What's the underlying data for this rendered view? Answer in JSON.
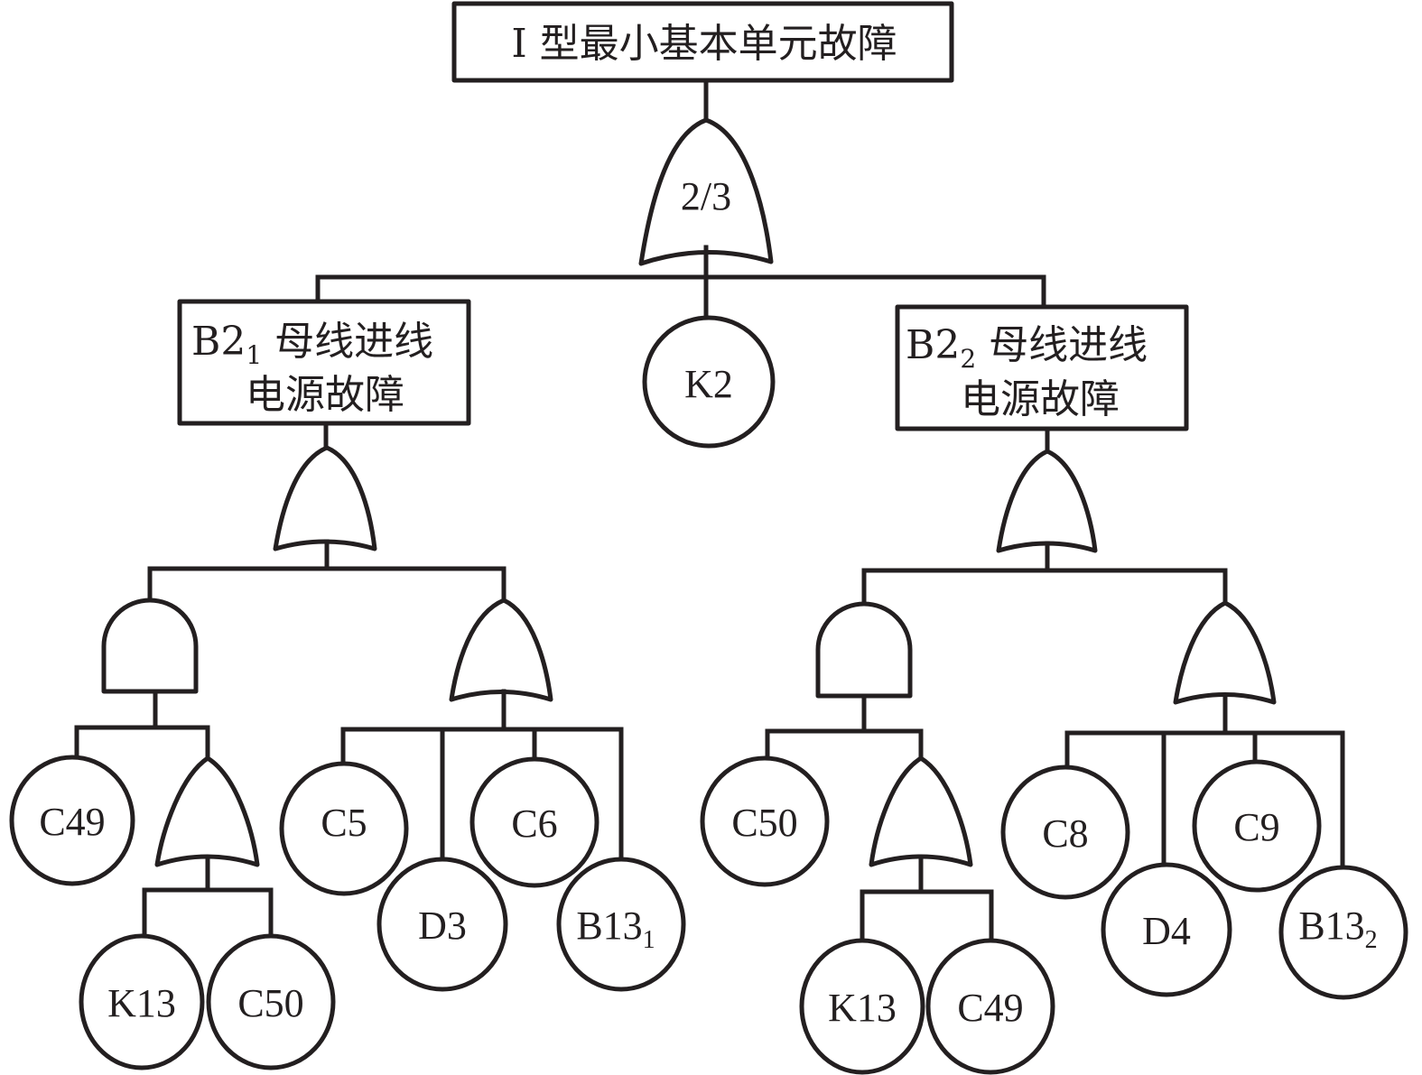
{
  "diagram": {
    "type": "fault-tree",
    "top_event": {
      "label": "Ⅰ 型最小基本单元故障",
      "gate": {
        "type": "vote",
        "label": "2/3"
      }
    },
    "level1": [
      {
        "id": "B2_1",
        "type": "event",
        "line1_main": "B2",
        "line1_sub": "1",
        "line1_rest": " 母线进线",
        "line2": "电源故障",
        "gate": {
          "type": "or",
          "label": ""
        }
      },
      {
        "id": "K2",
        "type": "basic",
        "label": "K2"
      },
      {
        "id": "B2_2",
        "type": "event",
        "line1_main": "B2",
        "line1_sub": "2",
        "line1_rest": " 母线进线",
        "line2": "电源故障",
        "gate": {
          "type": "or",
          "label": ""
        }
      }
    ],
    "left_branch": {
      "and_gate": {
        "type": "and",
        "children": [
          {
            "type": "basic",
            "label": "C49"
          },
          {
            "type": "or",
            "children": [
              {
                "type": "basic",
                "label": "K13"
              },
              {
                "type": "basic",
                "label": "C50"
              }
            ]
          }
        ]
      },
      "or_gate": {
        "type": "or",
        "children": [
          {
            "type": "basic",
            "label": "C5"
          },
          {
            "type": "basic",
            "label": "D3"
          },
          {
            "type": "basic",
            "label": "C6"
          },
          {
            "type": "basic",
            "label": "B13",
            "sub": "1"
          }
        ]
      }
    },
    "right_branch": {
      "and_gate": {
        "type": "and",
        "children": [
          {
            "type": "basic",
            "label": "C50"
          },
          {
            "type": "or",
            "children": [
              {
                "type": "basic",
                "label": "K13"
              },
              {
                "type": "basic",
                "label": "C49"
              }
            ]
          }
        ]
      },
      "or_gate": {
        "type": "or",
        "children": [
          {
            "type": "basic",
            "label": "C8"
          },
          {
            "type": "basic",
            "label": "D4"
          },
          {
            "type": "basic",
            "label": "C9"
          },
          {
            "type": "basic",
            "label": "B13",
            "sub": "2"
          }
        ]
      }
    }
  }
}
